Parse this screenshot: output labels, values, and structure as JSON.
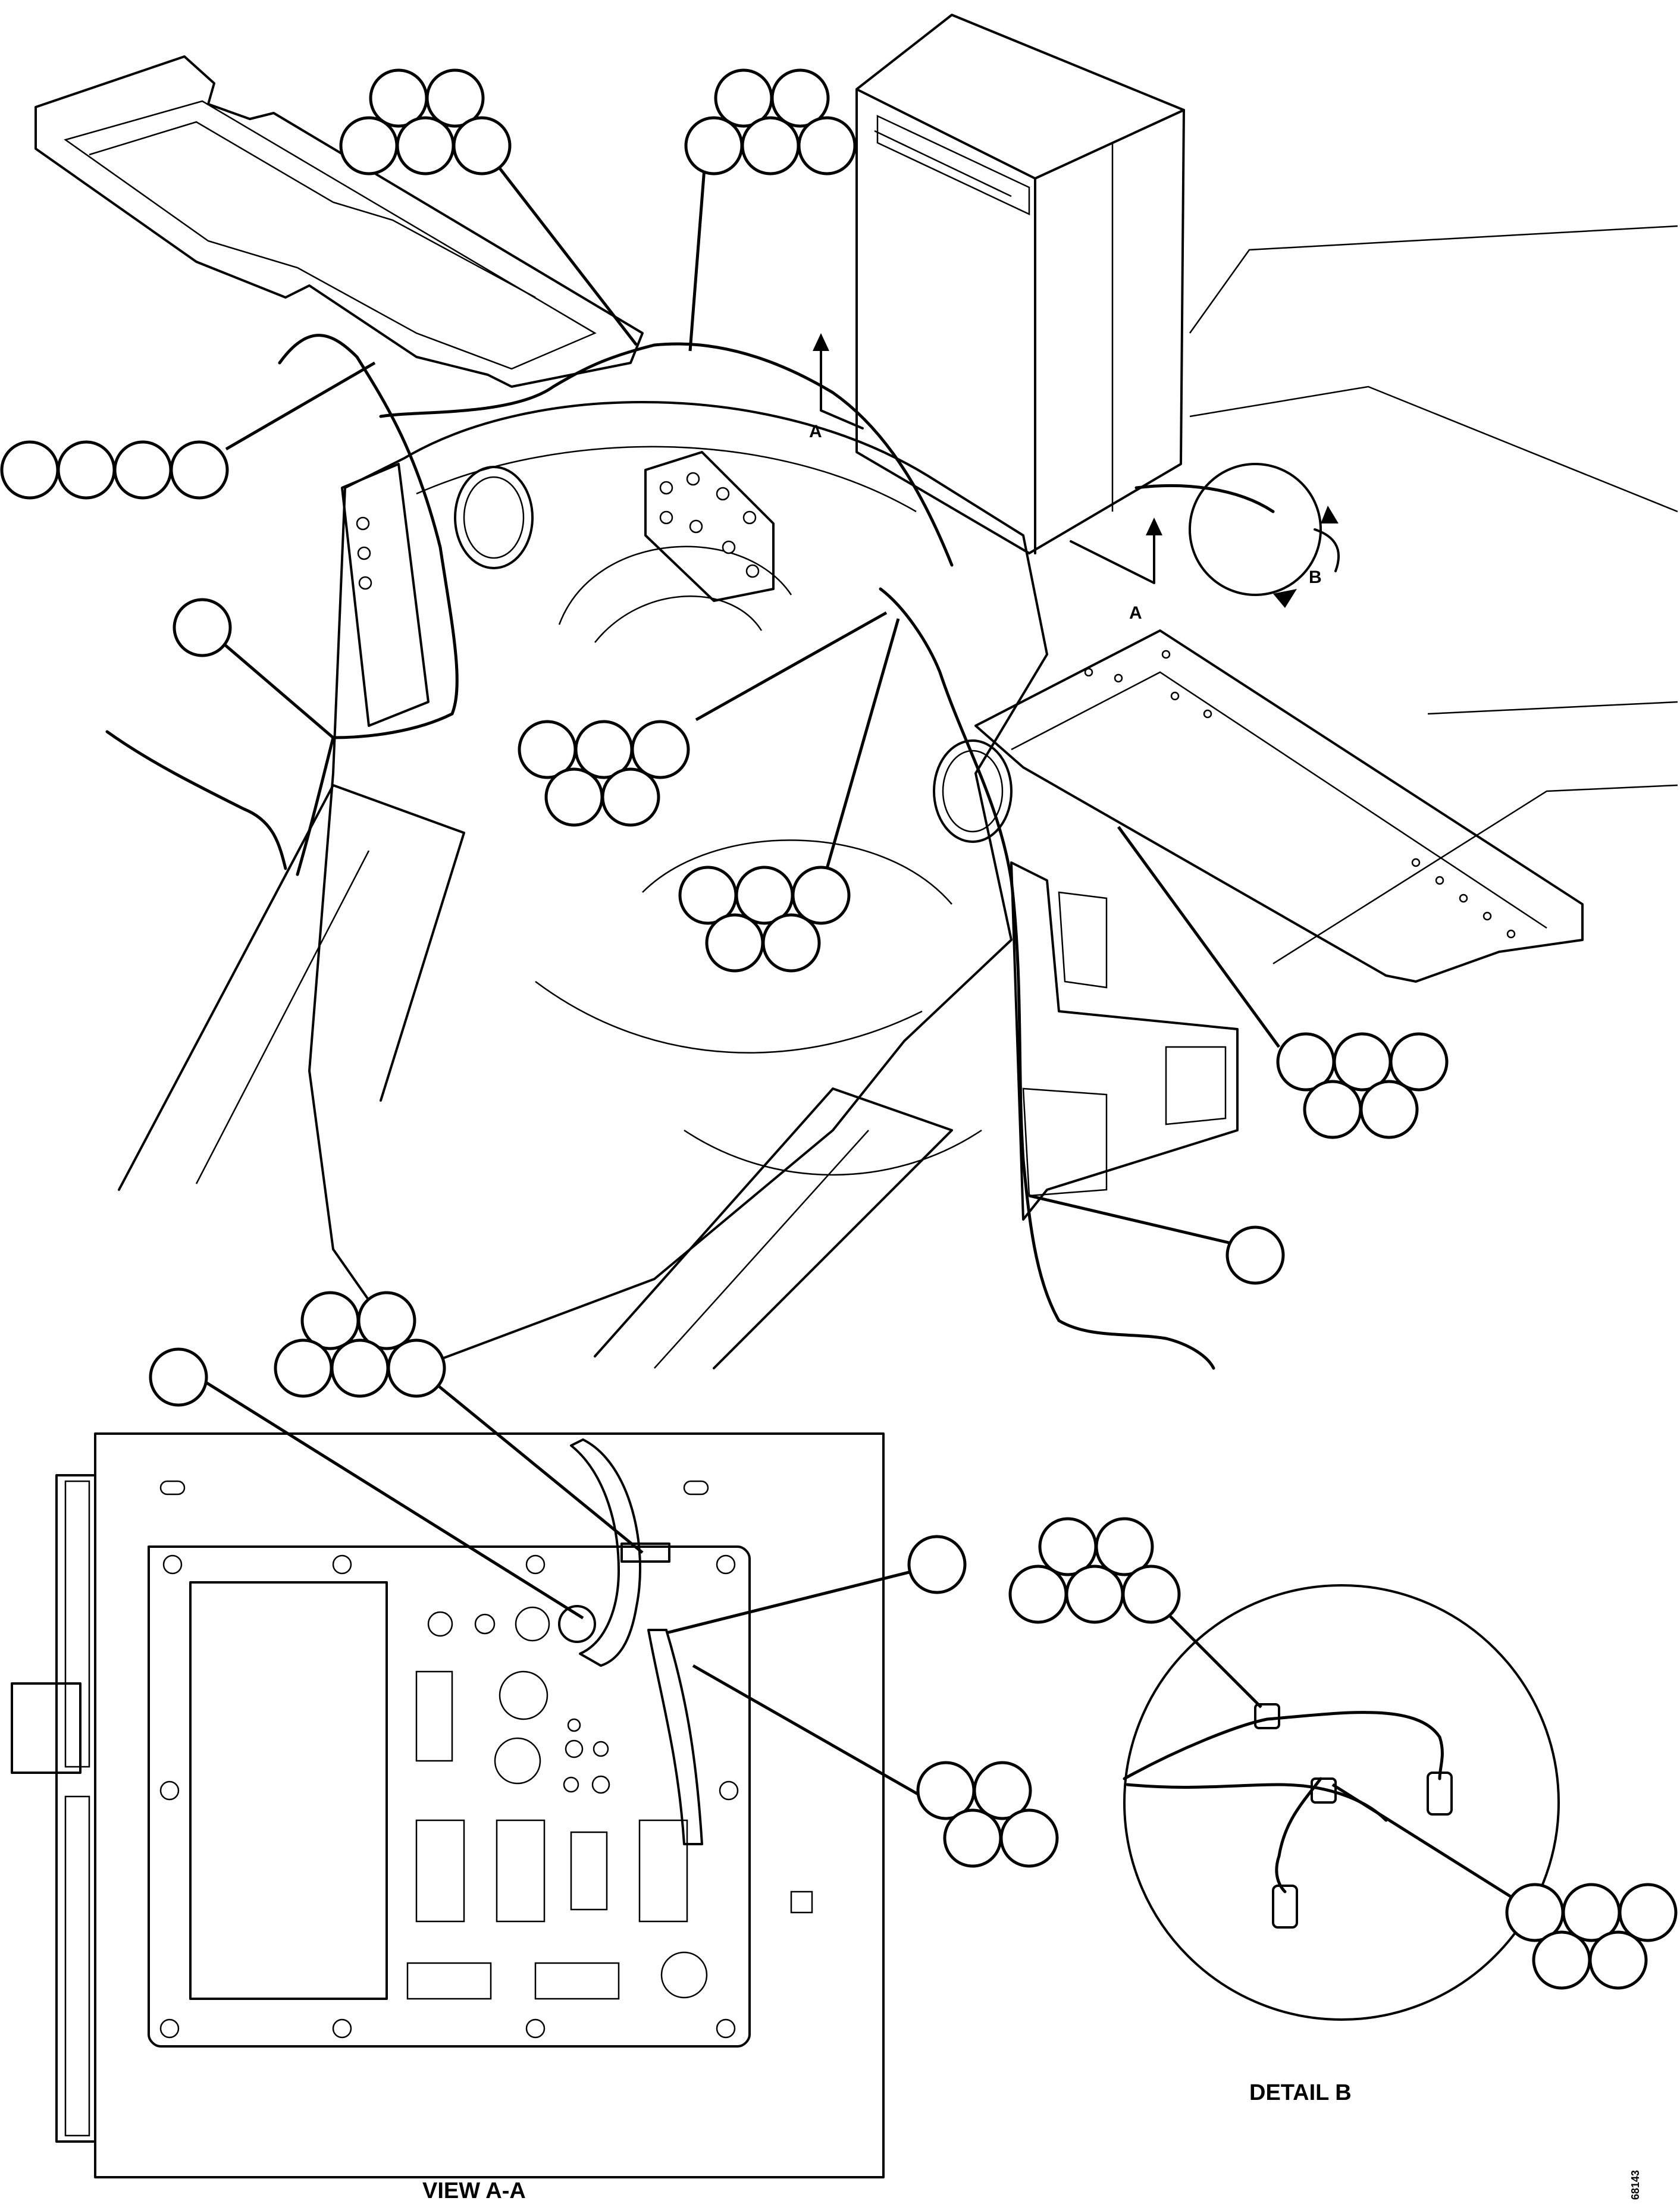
{
  "section_marker_a": "A",
  "detail_marker_b": "B",
  "view_titles": {
    "view_a": "VIEW A-A",
    "detail_b": "DETAIL B"
  },
  "drawing_id": "68143"
}
